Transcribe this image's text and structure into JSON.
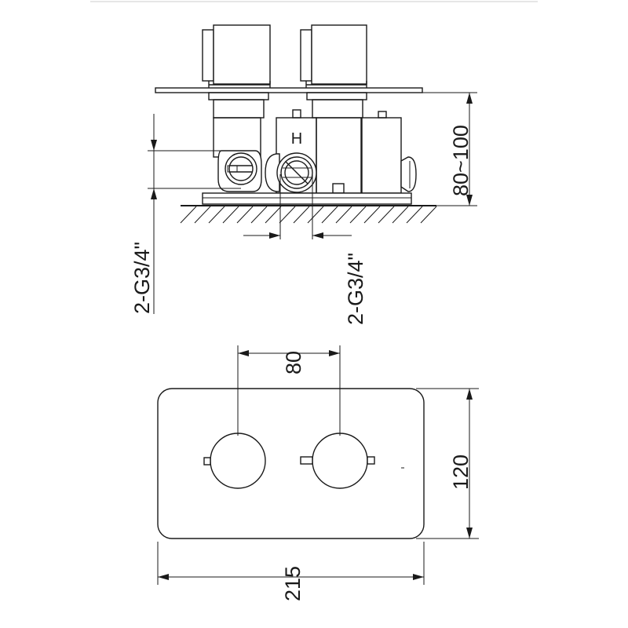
{
  "diagram": {
    "side_view": {
      "hot_marker": "H",
      "depth_label": "80~100",
      "left_thread_label": "2-G3/4\"",
      "right_thread_label": "2-G3/4\""
    },
    "front_view": {
      "spacing_label": "80",
      "height_label": "120",
      "width_label": "215"
    }
  }
}
